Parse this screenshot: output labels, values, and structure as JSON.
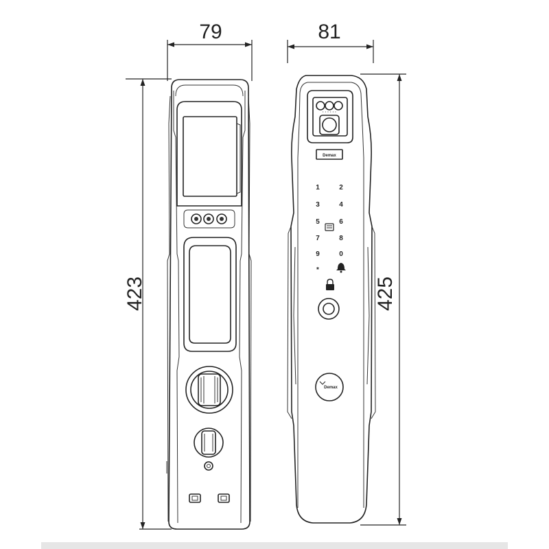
{
  "dimensions": {
    "front_width": "79",
    "side_width": "81",
    "front_height": "423",
    "side_height": "425"
  },
  "keypad": {
    "keys": [
      "1",
      "2",
      "3",
      "4",
      "5",
      "6",
      "7",
      "8",
      "9",
      "0",
      "*"
    ],
    "icons": [
      "doorbell-icon",
      "lock-icon",
      "card-icon"
    ]
  },
  "brand": {
    "label_top": "Demax",
    "badge": "Demax"
  },
  "colors": {
    "line": "#222222",
    "background": "#ffffff",
    "footer_bar": "#e6e6e6"
  }
}
